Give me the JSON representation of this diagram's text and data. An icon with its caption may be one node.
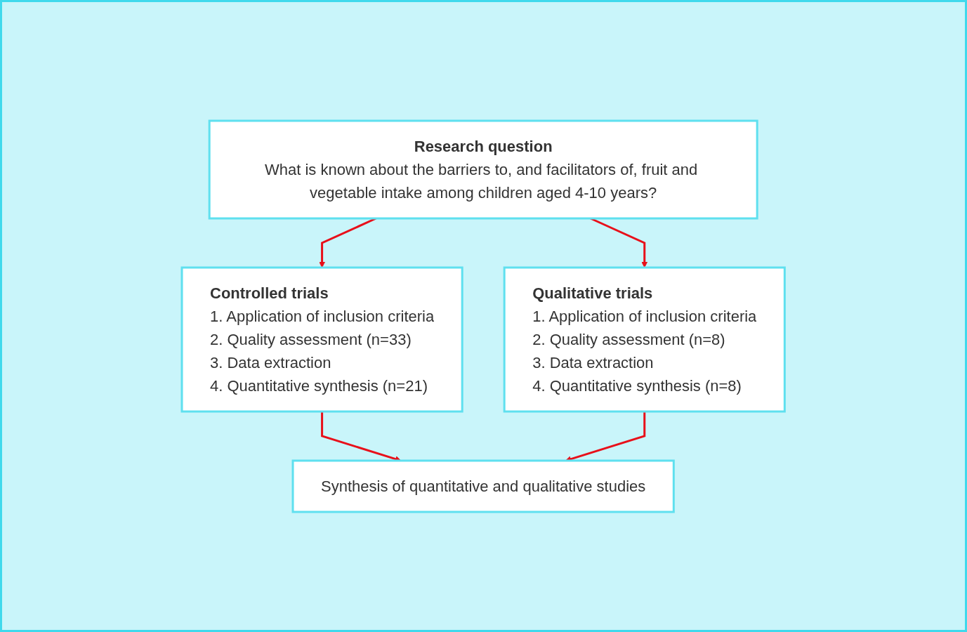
{
  "diagram": {
    "nodes": [
      {
        "text": [
          "Research question",
          "What is known about the barriers to, and facilitators of, fruit and vegetable intake among children aged 4-10 years?"
        ]
      },
      {
        "text": [
          "Controlled trials",
          "1. Application of inclusion criteria",
          "2. Quality assessment (n=33)",
          "3. Data extraction",
          "4. Quantitative synthesis (n=21)"
        ]
      },
      {
        "text": [
          "Qualitative trials",
          "1. Application of inclusion criteria",
          "2. Quality assessment (n=8)",
          "3. Data extraction",
          "4. Quantitative synthesis (n=8)"
        ]
      },
      {
        "text": [
          "Synthesis of quantitative and qualitative studies"
        ]
      }
    ],
    "edges": [
      {
        "from": 0,
        "to": 1,
        "arrow": "to"
      },
      {
        "from": 0,
        "to": 2,
        "arrow": "to"
      },
      {
        "from": 1,
        "to": 3,
        "arrow": "to"
      },
      {
        "from": 2,
        "to": 3,
        "arrow": "to"
      }
    ]
  }
}
